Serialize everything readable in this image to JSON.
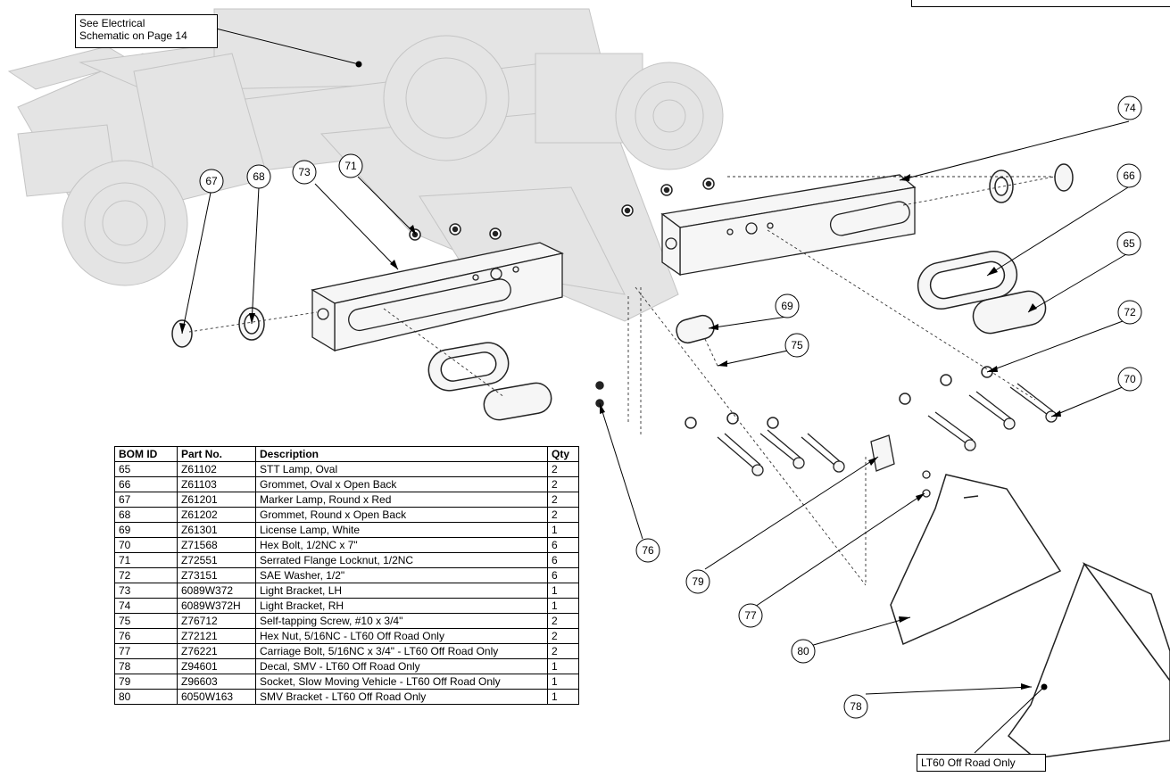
{
  "notes": {
    "schematic": "See Electrical\nSchematic on Page 14",
    "offroad": "LT60 Off Road Only"
  },
  "callouts": [
    "65",
    "66",
    "67",
    "68",
    "69",
    "70",
    "71",
    "72",
    "73",
    "74",
    "75",
    "76",
    "77",
    "78",
    "79",
    "80"
  ],
  "bom": {
    "headers": [
      "BOM ID",
      "Part No.",
      "Description",
      "Qty"
    ],
    "rows": [
      [
        "65",
        "Z61102",
        "STT Lamp, Oval",
        "2"
      ],
      [
        "66",
        "Z61103",
        "Grommet, Oval x Open Back",
        "2"
      ],
      [
        "67",
        "Z61201",
        "Marker Lamp, Round x Red",
        "2"
      ],
      [
        "68",
        "Z61202",
        "Grommet, Round x Open Back",
        "2"
      ],
      [
        "69",
        "Z61301",
        "License Lamp, White",
        "1"
      ],
      [
        "70",
        "Z71568",
        "Hex Bolt, 1/2NC x 7\"",
        "6"
      ],
      [
        "71",
        "Z72551",
        "Serrated Flange Locknut, 1/2NC",
        "6"
      ],
      [
        "72",
        "Z73151",
        "SAE Washer, 1/2\"",
        "6"
      ],
      [
        "73",
        "6089W372",
        "Light Bracket, LH",
        "1"
      ],
      [
        "74",
        "6089W372H",
        "Light Bracket, RH",
        "1"
      ],
      [
        "75",
        "Z76712",
        "Self-tapping Screw, #10 x 3/4\"",
        "2"
      ],
      [
        "76",
        "Z72121",
        "Hex Nut, 5/16NC - LT60 Off Road Only",
        "2"
      ],
      [
        "77",
        "Z76221",
        "Carriage Bolt, 5/16NC x 3/4\" - LT60 Off Road Only",
        "2"
      ],
      [
        "78",
        "Z94601",
        "Decal, SMV - LT60 Off Road Only",
        "1"
      ],
      [
        "79",
        "Z96603",
        "Socket, Slow Moving Vehicle - LT60 Off Road Only",
        "1"
      ],
      [
        "80",
        "6050W163",
        "SMV Bracket - LT60 Off Road Only",
        "1"
      ]
    ]
  }
}
